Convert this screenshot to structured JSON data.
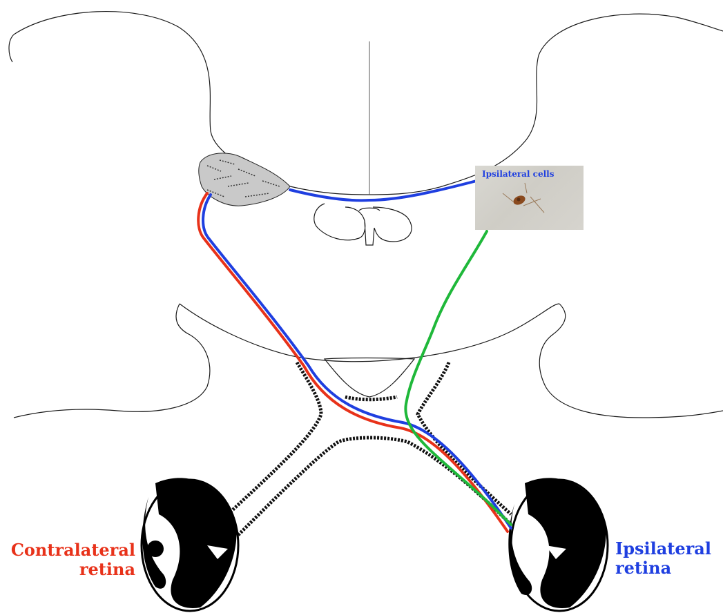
{
  "labels": {
    "contralateral_retina_line1": "Contralateral",
    "contralateral_retina_line2": "retina",
    "ipsilateral_retina_line1": "Ipsilateral",
    "ipsilateral_retina_line2": "retina",
    "inset_title": "Ipsilateral cells"
  },
  "colors": {
    "contralateral_pathway": "#e8321a",
    "ipsilateral_pathway": "#1f3fe0",
    "green_pathway": "#1fb83a",
    "cell_body": "#8a4a1e",
    "inset_background": "#d4d2cc"
  },
  "icons": {
    "left_eye": "eyeball-icon",
    "right_eye": "eyeball-icon",
    "cell": "neuron-icon"
  }
}
